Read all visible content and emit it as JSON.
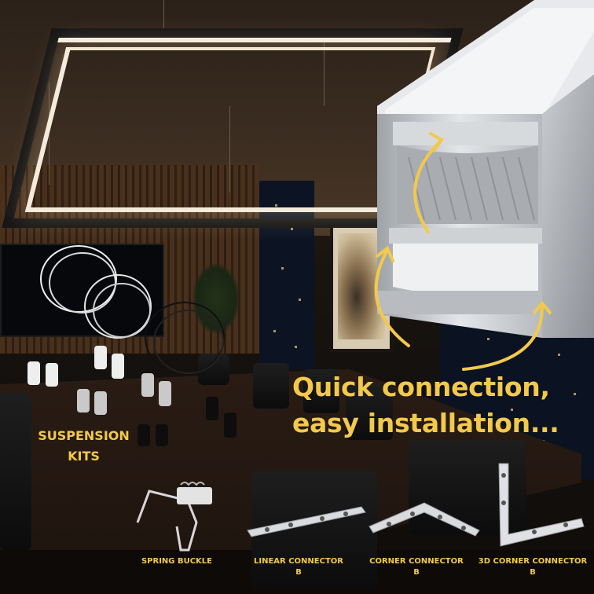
{
  "headline": {
    "line1": "Quick connection,",
    "line2": "easy installation..."
  },
  "labels": {
    "suspension_line1": "SUSPENSION",
    "suspension_line2": "KITS",
    "spring_buckle": "SPRING BUCKLE",
    "linear_connector_line1": "LINEAR CONNECTOR",
    "linear_connector_line2": "B",
    "corner_connector_line1": "CORNER CONNECTOR",
    "corner_connector_line2": "B",
    "corner_3d_line1": "3D CORNER CONNECTOR",
    "corner_3d_line2": "B"
  },
  "colors": {
    "accent_yellow": "#f2c94c",
    "aluminum": "#c9ccd0",
    "diffuser": "#e9ebee"
  }
}
